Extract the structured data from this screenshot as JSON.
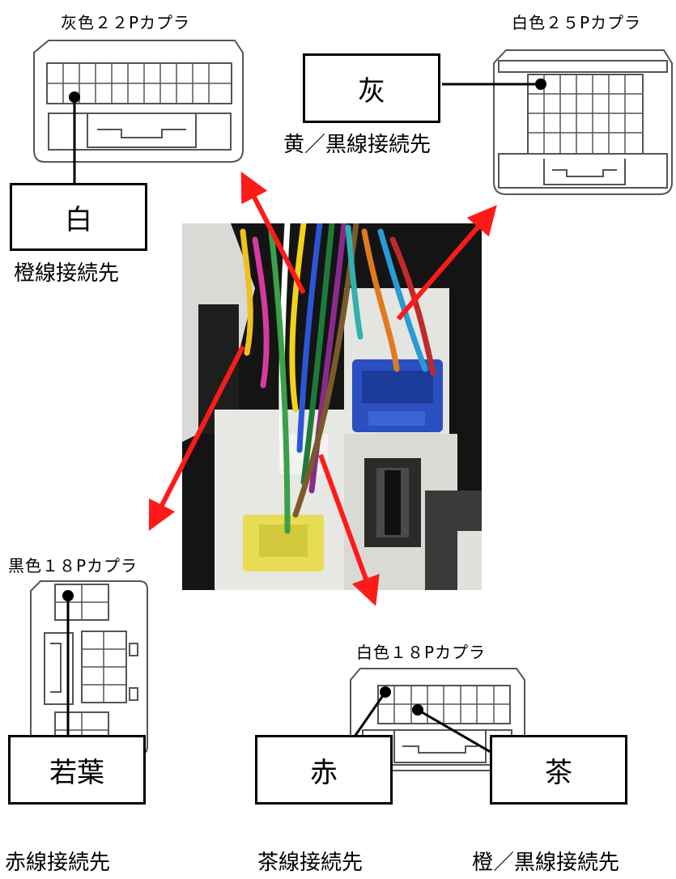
{
  "connectors": {
    "gray22": {
      "title": "灰色２２Pカプラ",
      "pin_color": "白",
      "destination": "橙線接続先"
    },
    "white25": {
      "title": "白色２５Pカプラ",
      "pin_color": "灰",
      "destination": "黄／黒線接続先"
    },
    "black18": {
      "title": "黒色１８Pカプラ",
      "pin_color": "若葉",
      "destination": "赤線接続先"
    },
    "white18": {
      "title": "白色１８Pカプラ",
      "pins": [
        {
          "pin_color": "赤",
          "destination": "茶線接続先"
        },
        {
          "pin_color": "茶",
          "destination": "橙／黒線接続先"
        }
      ]
    }
  },
  "colors": {
    "arrow": "#ff1a1a",
    "line": "#000000",
    "connector_fill": "#ffffff",
    "connector_stroke": "#555555",
    "photo_bg": "#111111",
    "blue_connector": "#2a4fc0",
    "yellow_connector": "#e8dc55"
  }
}
